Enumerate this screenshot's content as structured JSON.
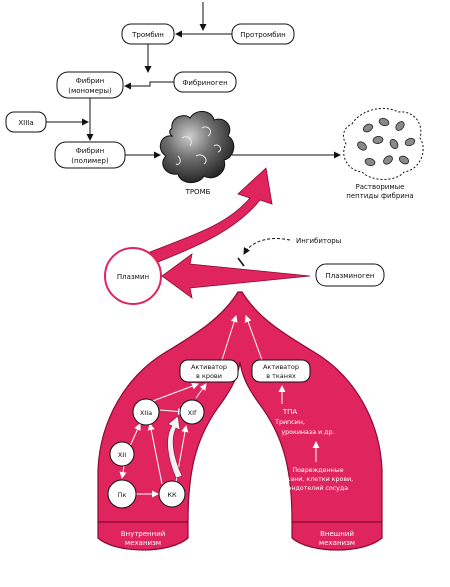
{
  "coagulation": {
    "thrombin": "Тромбин",
    "prothrombin": "Протромбин",
    "fibrin_monomer_line1": "Фибрин",
    "fibrin_monomer_line2": "(мономеры)",
    "fibrinogen": "Фибриноген",
    "factor_xiiia": "XIIIa",
    "fibrin_polymer_line1": "Фибрин",
    "fibrin_polymer_line2": "(полимер)",
    "clot": "ТРОМБ",
    "soluble_peptides_line1": "Растворимые",
    "soluble_peptides_line2": "пептиды фибрина"
  },
  "fibrinolysis": {
    "plasmin": "Плазмин",
    "plasminogen": "Плазминоген",
    "inhibitors": "Ингибиторы"
  },
  "activation": {
    "blood_activator_line1": "Активатор",
    "blood_activator_line2": "в крови",
    "tissue_activator_line1": "Активатор",
    "tissue_activator_line2": "в тканях",
    "tpa_list_line1": "ТПА",
    "tpa_list_line2": "Трипсин,",
    "tpa_list_line3": "урокиназа и др.",
    "damage_line1": "Поврежденные",
    "damage_line2": "ткани, клетки крови,",
    "damage_line3": "эндотелий сосуда",
    "factor_xiia": "XIIa",
    "factor_xii": "XII",
    "factor_xi": "XIf",
    "factor_pk": "Пк",
    "factor_kk": "КК",
    "internal_line1": "Внутренний",
    "internal_line2": "механизм",
    "external_line1": "Внешний",
    "external_line2": "механизм"
  },
  "colors": {
    "magenta": "#e0245e",
    "dark_magenta": "#8a0a33",
    "clot_gray": "#555555"
  }
}
